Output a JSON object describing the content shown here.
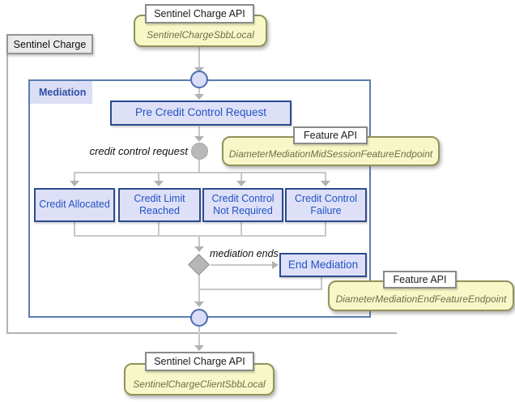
{
  "outer": {
    "label": "Sentinel Charge"
  },
  "top_api": {
    "title": "Sentinel Charge API",
    "value": "SentinelChargeSbbLocal"
  },
  "mediation": {
    "title": "Mediation",
    "pre_request": "Pre Credit Control Request",
    "transition_credit": "credit control request",
    "branches": [
      "Credit Allocated",
      "Credit Limit Reached",
      "Credit Control Not Required",
      "Credit Control Failure"
    ],
    "transition_end": "mediation ends",
    "end_mediation": "End Mediation"
  },
  "feature_mid": {
    "title": "Feature API",
    "value": "DiameterMediationMidSessionFeatureEndpoint"
  },
  "feature_end": {
    "title": "Feature API",
    "value": "DiameterMediationEndFeatureEndpoint"
  },
  "bottom_api": {
    "title": "Sentinel Charge API",
    "value": "SentinelChargeClientSbbLocal"
  },
  "colors": {
    "node_fill": "#dee0f7",
    "node_border": "#2c4b8f",
    "node_text": "#2153c5",
    "mediation_border": "#5b7db1",
    "api_fill": "#f7f7c8",
    "api_border": "#92925c",
    "api_text": "#6f6f4a",
    "connector": "#c8c8c8",
    "outer_border": "#b3b3b3"
  }
}
